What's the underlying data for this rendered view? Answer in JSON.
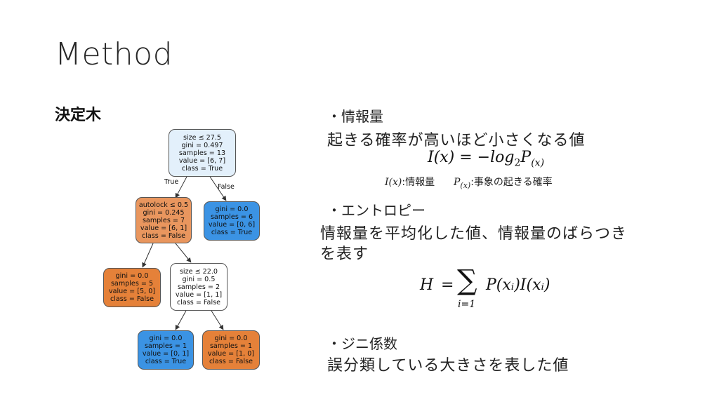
{
  "title": "Method",
  "subtitle": "決定木",
  "tree": {
    "edge_true": "True",
    "edge_false": "False",
    "nodes": [
      {
        "id": "root",
        "lines": [
          "size ≤ 27.5",
          "gini = 0.497",
          "samples = 13",
          "value = [6, 7]",
          "class = True"
        ],
        "color": "#e3f0fb"
      },
      {
        "id": "autolock",
        "lines": [
          "autolock ≤ 0.5",
          "gini = 0.245",
          "samples = 7",
          "value = [6, 1]",
          "class = False"
        ],
        "color": "#e9965e"
      },
      {
        "id": "right1",
        "lines": [
          "gini = 0.0",
          "samples = 6",
          "value = [0, 6]",
          "class = True"
        ],
        "color": "#3b93e4"
      },
      {
        "id": "leftleaf",
        "lines": [
          "gini = 0.0",
          "samples = 5",
          "value = [5, 0]",
          "class = False"
        ],
        "color": "#e58139"
      },
      {
        "id": "size22",
        "lines": [
          "size ≤ 22.0",
          "gini = 0.5",
          "samples = 2",
          "value = [1, 1]",
          "class = False"
        ],
        "color": "#ffffff"
      },
      {
        "id": "leafA",
        "lines": [
          "gini = 0.0",
          "samples = 1",
          "value = [0, 1]",
          "class = True"
        ],
        "color": "#3b93e4"
      },
      {
        "id": "leafB",
        "lines": [
          "gini = 0.0",
          "samples = 1",
          "value = [1, 0]",
          "class = False"
        ],
        "color": "#e58139"
      }
    ]
  },
  "sections": {
    "info": {
      "bullet": "・情報量",
      "desc": "起きる確率が高いほど小さくなる値",
      "formula_lhs": "I(x) = −log",
      "formula_sub": "2",
      "formula_p": "P",
      "formula_psub": "(x)",
      "legend_i": "I(x)",
      "legend_i_text": ":情報量",
      "legend_p": "P",
      "legend_psub": "(x)",
      "legend_p_text": ":事象の起きる確率"
    },
    "entropy": {
      "bullet": "・エントロピー",
      "desc1": "情報量を平均化した値、情報量のばらつき",
      "desc2": "を表す",
      "formula": "H = ∑ P(xᵢ)I(xᵢ)",
      "formula_h": "H",
      "formula_eq": "=",
      "formula_sigma": "∑",
      "formula_lower": "i=1",
      "formula_body": "P(xᵢ)I(xᵢ)"
    },
    "gini": {
      "bullet": "・ジニ係数",
      "desc": "誤分類している大きさを表した値"
    }
  }
}
